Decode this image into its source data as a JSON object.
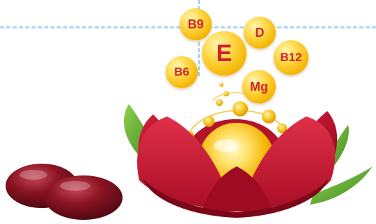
{
  "vitamins": [
    {
      "label": "B9"
    },
    {
      "label": "D"
    },
    {
      "label": "E"
    },
    {
      "label": "B12"
    },
    {
      "label": "B6"
    },
    {
      "label": "Mg"
    }
  ],
  "colors": {
    "label_red": "#d2232a",
    "bubble_gold": "#f5b400",
    "petal_red": "#c8102e",
    "leaf_green": "#5ea82f",
    "guide_blue": "#a9d4ee",
    "capsule_maroon": "#8a1422"
  }
}
